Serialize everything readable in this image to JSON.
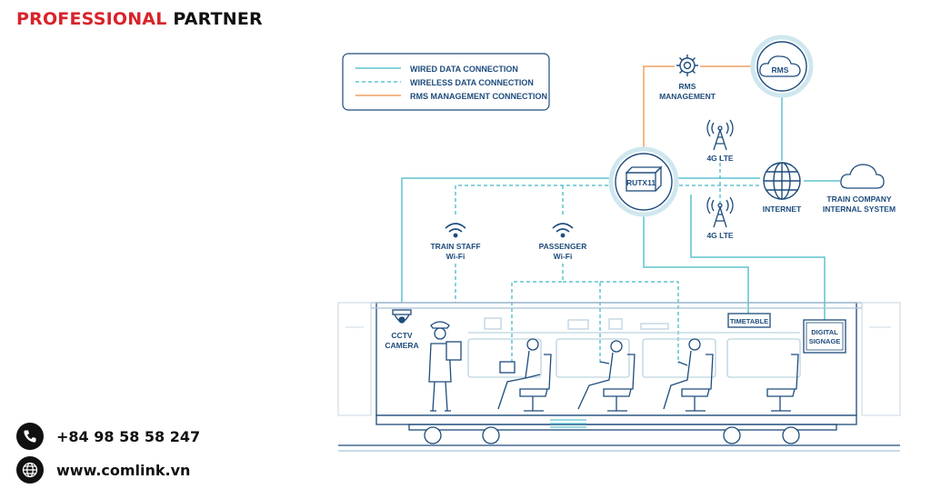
{
  "brand": {
    "part1": "PROFESSIONAL",
    "part2": "PARTNER"
  },
  "contact": {
    "phone": "+84 98 58 58 247",
    "website": "www.comlink.vn"
  },
  "legend": {
    "wired": "WIRED DATA CONNECTION",
    "wireless": "WIRELESS DATA CONNECTION",
    "rms": "RMS MANAGEMENT CONNECTION"
  },
  "nodes": {
    "rms_cloud": "RMS",
    "rms_mgmt_1": "RMS",
    "rms_mgmt_2": "MANAGEMENT",
    "router": "RUTX11",
    "lte_top": "4G LTE",
    "lte_bottom": "4G LTE",
    "internet": "INTERNET",
    "train_co_1": "TRAIN COMPANY",
    "train_co_2": "INTERNAL SYSTEM",
    "staff_wifi_1": "TRAIN STAFF",
    "staff_wifi_2": "Wi-Fi",
    "pass_wifi_1": "PASSENGER",
    "pass_wifi_2": "Wi-Fi",
    "cctv_1": "CCTV",
    "cctv_2": "CAMERA",
    "timetable": "TIMETABLE",
    "signage_1": "DIGITAL",
    "signage_2": "SIGNAGE"
  },
  "colors": {
    "wired": "#5ec3cf",
    "wireless": "#5ec3cf",
    "rms": "#f0a060",
    "ink": "#1e4c7c",
    "brand_red": "#d8232a"
  }
}
